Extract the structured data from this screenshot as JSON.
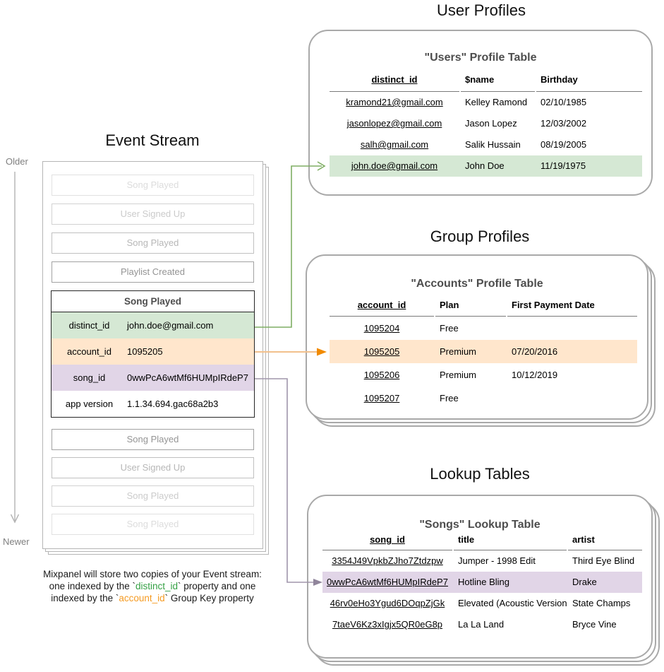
{
  "titles": {
    "event_stream": "Event Stream",
    "user_profiles": "User Profiles",
    "group_profiles": "Group Profiles",
    "lookup_tables": "Lookup Tables"
  },
  "timeline": {
    "older": "Older",
    "newer": "Newer"
  },
  "event_stream": {
    "events_before": [
      {
        "label": "Song Played"
      },
      {
        "label": "User Signed Up"
      },
      {
        "label": "Song Played"
      },
      {
        "label": "Playlist Created"
      }
    ],
    "focused_event": {
      "title": "Song Played",
      "properties": [
        {
          "key": "distinct_id",
          "value": "john.doe@gmail.com",
          "highlight": "green"
        },
        {
          "key": "account_id",
          "value": "1095205",
          "highlight": "orange"
        },
        {
          "key": "song_id",
          "value": "0wwPcA6wtMf6HUMpIRdeP7",
          "highlight": "purple"
        },
        {
          "key": "app version",
          "value": "1.1.34.694.gac68a2b3",
          "highlight": "none"
        }
      ]
    },
    "events_after": [
      {
        "label": "Song Played"
      },
      {
        "label": "User Signed Up"
      },
      {
        "label": "Song Played"
      },
      {
        "label": "Song Played"
      }
    ]
  },
  "users_table": {
    "title": "\"Users\" Profile Table",
    "columns": [
      "distinct_id",
      "$name",
      "Birthday"
    ],
    "rows": [
      [
        "kramond21@gmail.com",
        "Kelley Ramond",
        "02/10/1985"
      ],
      [
        "jasonlopez@gmail.com",
        "Jason Lopez",
        "12/03/2002"
      ],
      [
        "salh@gmail.com",
        "Salik Hussain",
        "08/19/2005"
      ],
      [
        "john.doe@gmail.com",
        "John Doe",
        "11/19/1975"
      ]
    ],
    "highlighted_row": 3
  },
  "accounts_table": {
    "title": "\"Accounts\" Profile Table",
    "columns": [
      "account_id",
      "Plan",
      "First Payment Date"
    ],
    "rows": [
      [
        "1095204",
        "Free",
        ""
      ],
      [
        "1095205",
        "Premium",
        "07/20/2016"
      ],
      [
        "1095206",
        "Premium",
        "10/12/2019"
      ],
      [
        "1095207",
        "Free",
        ""
      ]
    ],
    "highlighted_row": 1
  },
  "songs_table": {
    "title": "\"Songs\" Lookup Table",
    "columns": [
      "song_id",
      "title",
      "artist"
    ],
    "rows": [
      [
        "3354J49VpkbZJho7Ztdzpw",
        "Jumper - 1998 Edit",
        "Third Eye Blind"
      ],
      [
        "0wwPcA6wtMf6HUMpIRdeP7",
        "Hotline Bling",
        "Drake"
      ],
      [
        "46rv0eHo3Ygud6DOqpZjGk",
        "Elevated (Acoustic Version)",
        "State Champs"
      ],
      [
        "7taeV6Kz3xIgjx5QR0eG8p",
        "La La Land",
        "Bryce Vine"
      ]
    ],
    "highlighted_row": 1
  },
  "caption": {
    "line1": "Mixpanel will store two copies of your Event stream:",
    "line2_pre": "one indexed by the `",
    "line2_code": "distinct_id",
    "line2_post": "` property and one",
    "line3_pre": "indexed by the `",
    "line3_code": "account_id",
    "line3_post": "` Group Key property"
  },
  "colors": {
    "green_highlight": "#d5e8d4",
    "orange_highlight": "#ffe6cc",
    "purple_highlight": "#e1d5e7",
    "green_arrow": "#7fae63",
    "orange_arrow_line": "#f2c08c",
    "orange_arrow_head": "#f18a00",
    "purple_arrow": "#90859b",
    "caption_green": "#35a145",
    "caption_orange": "#f59b23"
  }
}
